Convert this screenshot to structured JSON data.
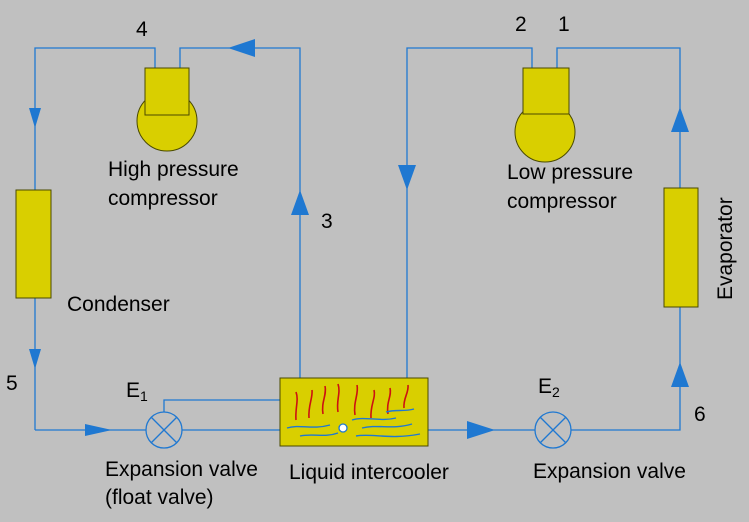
{
  "diagram": {
    "components": {
      "high_pressure_compressor": "High pressure compressor",
      "high_pressure_compressor_line1": "High pressure",
      "high_pressure_compressor_line2": "compressor",
      "low_pressure_compressor_line1": "Low pressure",
      "low_pressure_compressor_line2": "compressor",
      "condenser": "Condenser",
      "evaporator": "Evaporator",
      "liquid_intercooler": "Liquid intercooler",
      "expansion_valve_1_line1": "Expansion valve",
      "expansion_valve_1_line2": "(float valve)",
      "expansion_valve_2": "Expansion valve",
      "e1_letter": "E",
      "e1_sub": "1",
      "e2_letter": "E",
      "e2_sub": "2"
    },
    "state_points": {
      "p1": "1",
      "p2": "2",
      "p3": "3",
      "p4": "4",
      "p5": "5",
      "p6": "6"
    },
    "colors": {
      "background": "#c0c0c0",
      "pipe": "#1f78d1",
      "component_fill": "#d9cf00",
      "component_stroke": "#4a4a00",
      "coil_red": "#cc1111",
      "coil_blue": "#1f78d1"
    }
  }
}
